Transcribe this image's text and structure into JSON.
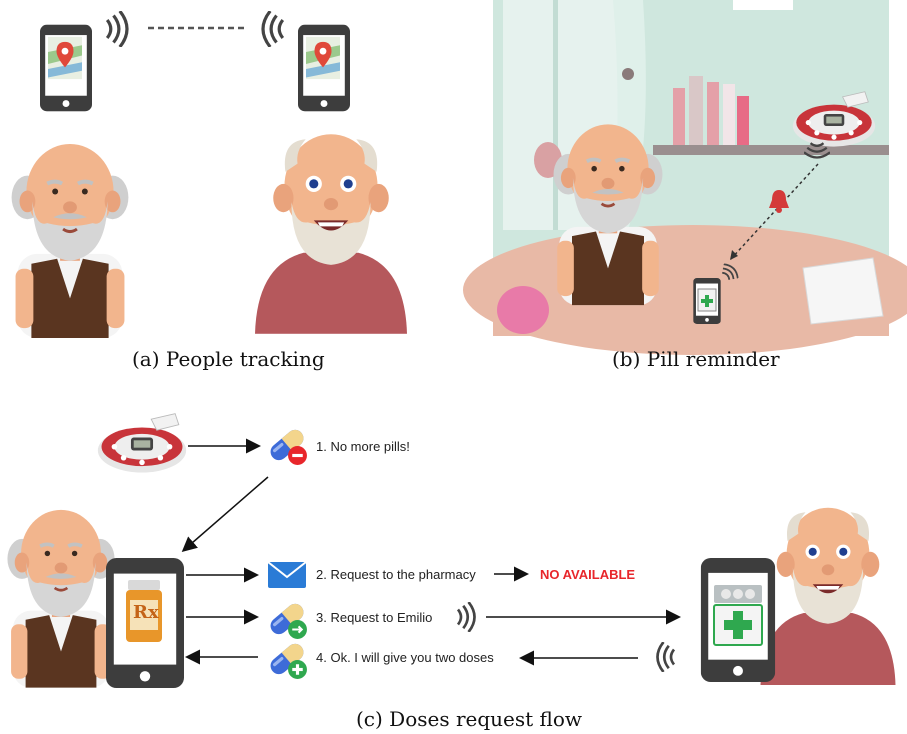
{
  "captions": {
    "a": "(a) People tracking",
    "b": "(b) Pill reminder",
    "c": "(c) Doses request flow"
  },
  "flow": {
    "step1": "1. No more pills!",
    "step2": "2. Request to the pharmacy",
    "status": "NO AVAILABLE",
    "step3": "3. Request to Emilio",
    "step4": "4. Ok.  I will give you two doses",
    "prescription_label": "Rx"
  },
  "colors": {
    "skin": "#f2b58d",
    "beard": "#cfcfcf",
    "vest": "#5a3520",
    "shirt_red": "#b5585c",
    "phone": "#3d3d3d",
    "room_wall": "#cfe7de",
    "alert_red": "#e8262b",
    "pill_blue": "#3d6bd8",
    "pill_cream": "#f3d58c"
  },
  "icons": [
    "map-icon",
    "signal-icon",
    "bell-icon",
    "pill-box-icon",
    "pill-minus-icon",
    "mail-icon",
    "pill-arrow-icon",
    "pill-plus-icon",
    "medicine-box-icon",
    "rx-bottle-icon"
  ]
}
